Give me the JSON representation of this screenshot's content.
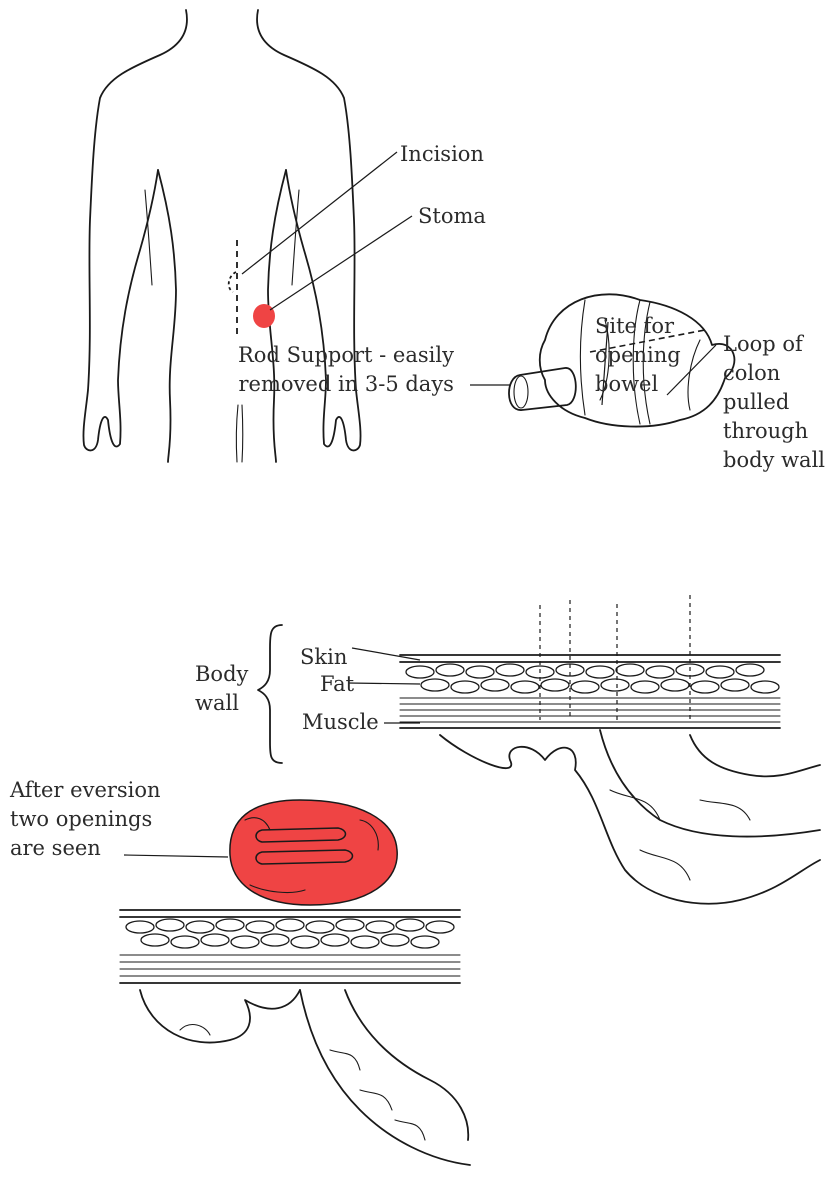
{
  "labels": {
    "incision": "Incision",
    "stoma": "Stoma",
    "site_for_opening_bowel": "Site for\nopening\nbowel",
    "loop_of_colon": "Loop of\ncolon\npulled\nthrough\nbody wall",
    "rod_support": "Rod Support - easily\nremoved in 3-5 days",
    "body_wall": "Body\nwall",
    "skin": "Skin",
    "fat": "Fat",
    "muscle": "Muscle",
    "after_eversion": "After eversion\ntwo openings\nare seen"
  },
  "colors": {
    "stoma": "#ef4444",
    "ink": "#1a1a1a",
    "text": "#2b2b2b"
  }
}
